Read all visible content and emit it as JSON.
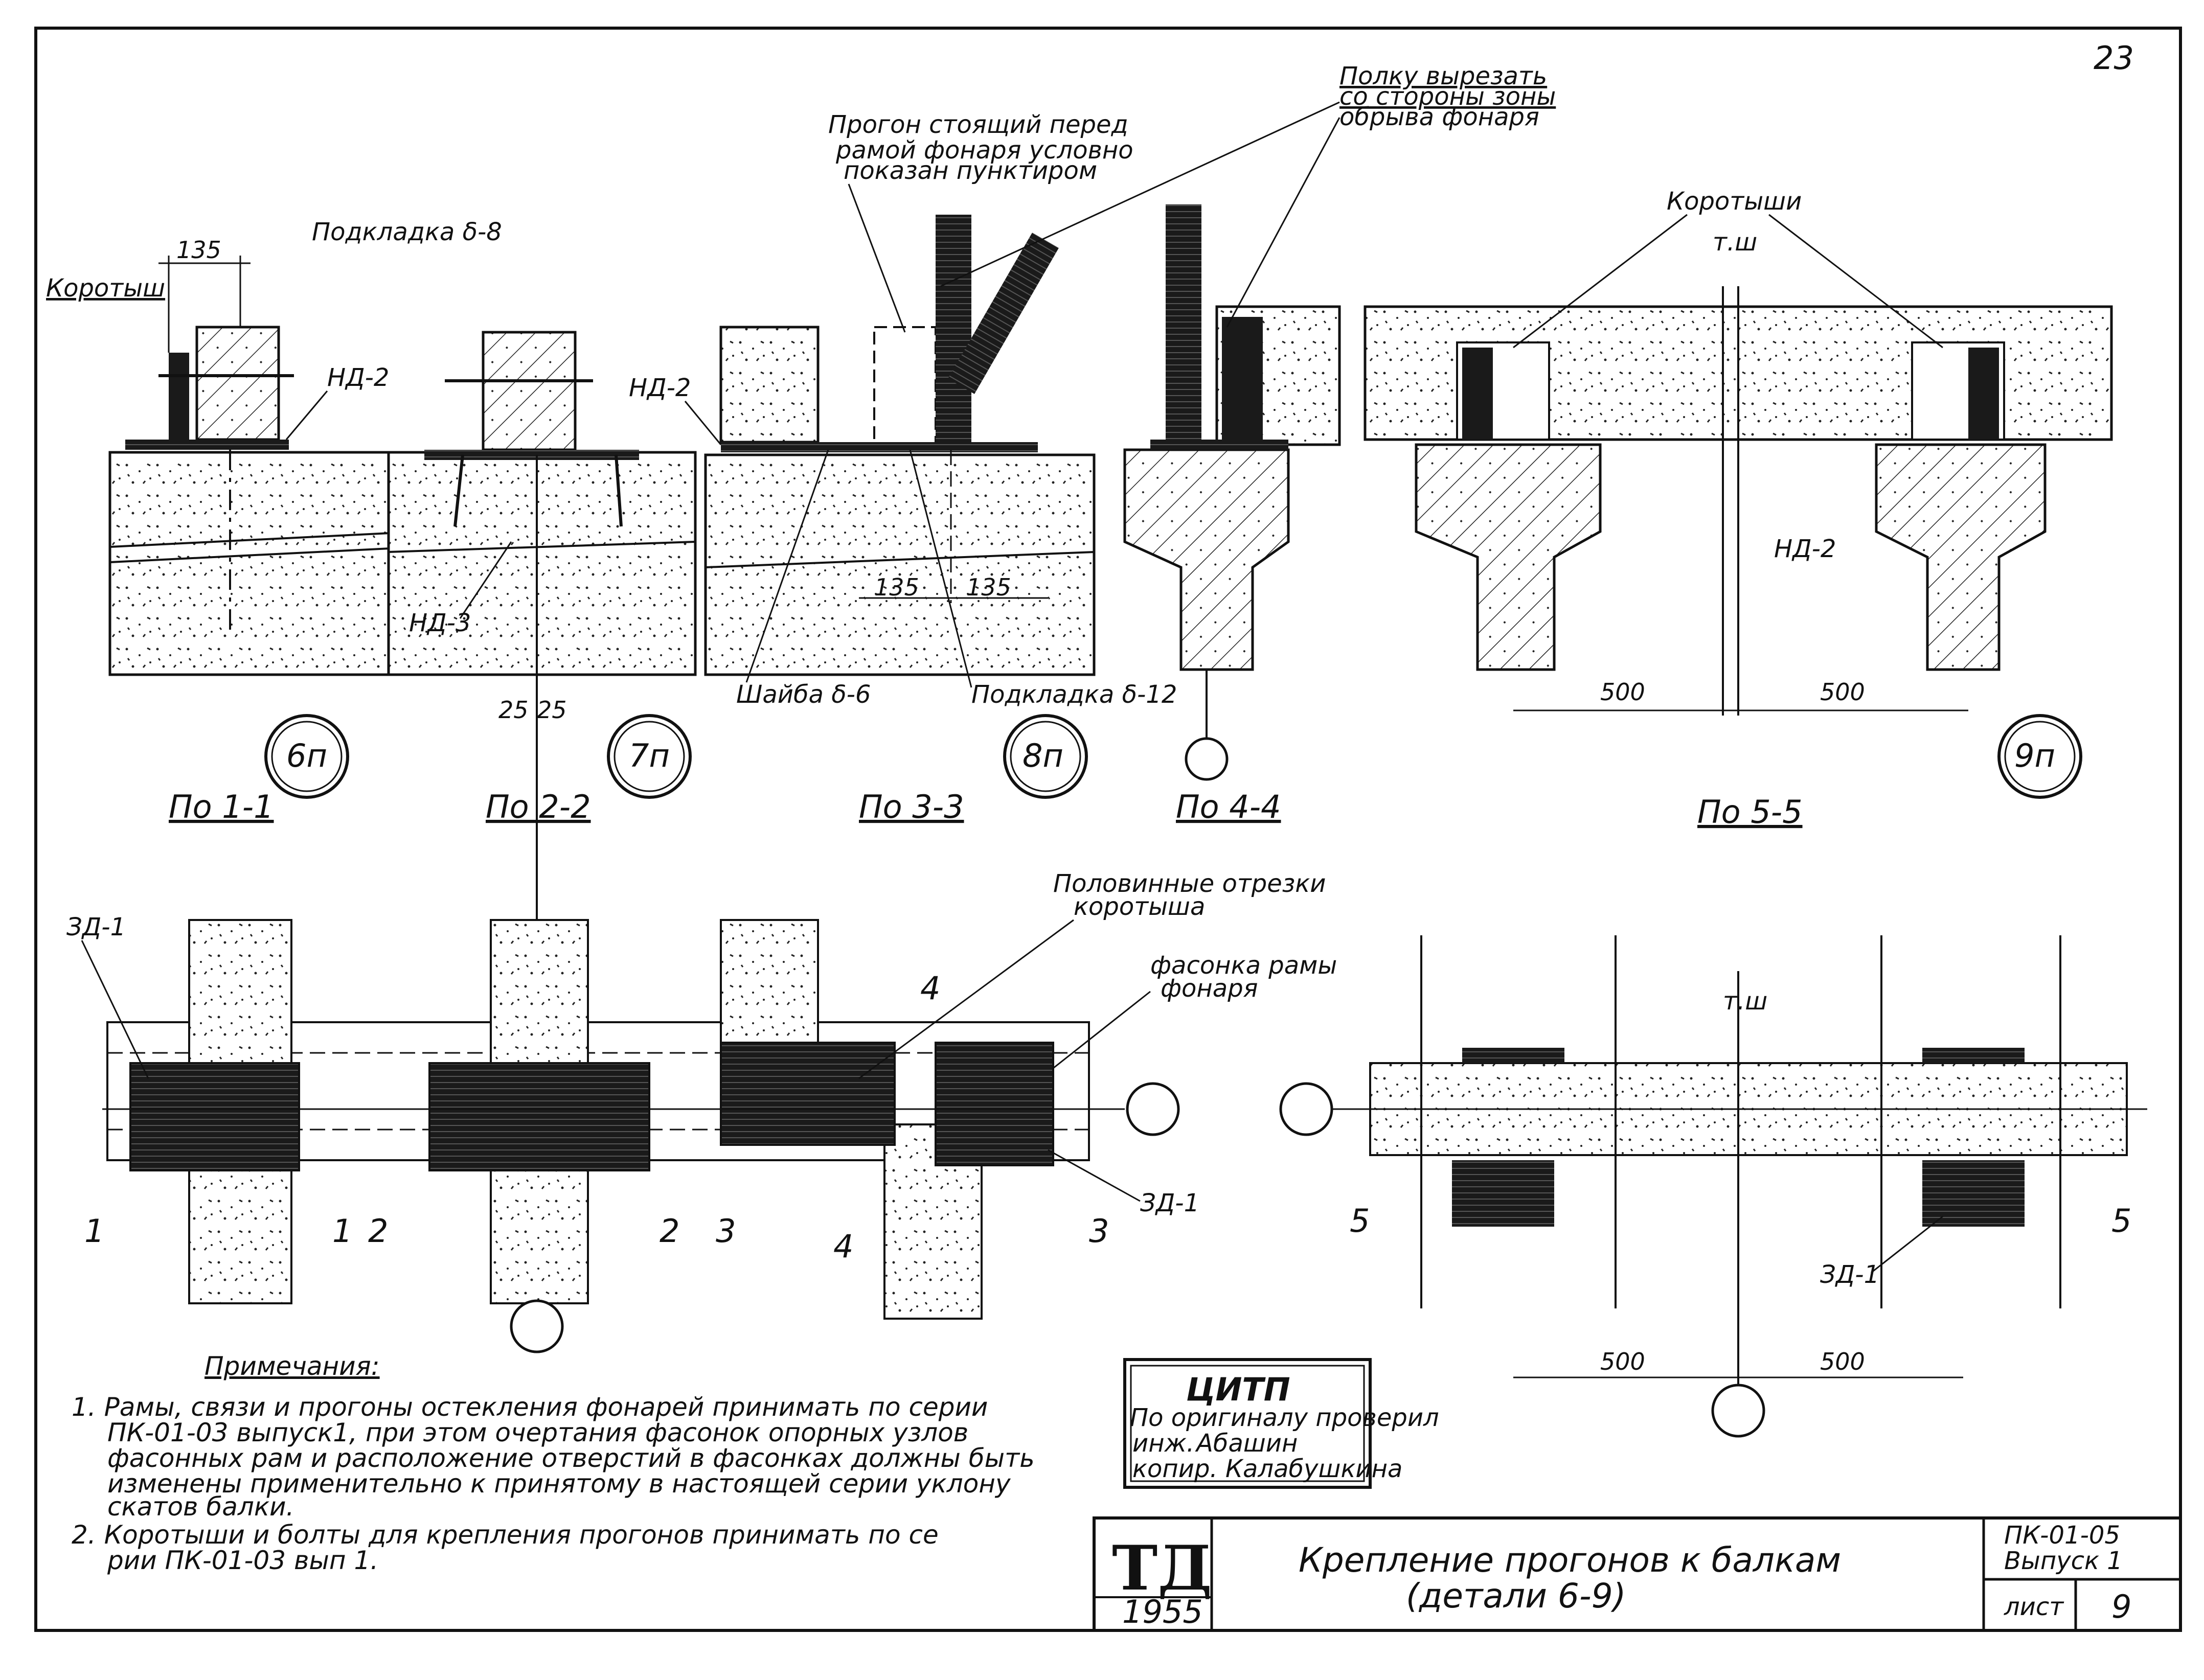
{
  "sheet": {
    "page_number": "23"
  },
  "top_annotations": {
    "cut_flange_line1": "Полку вырезать",
    "cut_flange_line2": "со стороны зоны",
    "cut_flange_line3": "обрыва фонаря",
    "purlin_line1": "Прогон стоящий перед",
    "purlin_line2": "рамой фонаря условно",
    "purlin_line3": "показан пунктиром",
    "korotyshi": "Коротыши",
    "korotysh": "Коротыш",
    "podkladka_8": "Подкладка δ-8",
    "podkladka_12": "Подкладка δ-12",
    "shaiba_6": "Шайба δ-6",
    "nd2": "НД-2",
    "nd3": "НД-3",
    "tsh": "т.ш"
  },
  "dimensions": {
    "d135": "135",
    "d25a": "25",
    "d25b": "25",
    "d500": "500"
  },
  "details": {
    "d6": "6п",
    "d7": "7п",
    "d8": "8п",
    "d9": "9п"
  },
  "sections": {
    "s1": "По 1-1",
    "s2": "По 2-2",
    "s3": "По 3-3",
    "s4": "По 4-4",
    "s5": "По 5-5"
  },
  "plan_annotations": {
    "half_cut_line1": "Половинные отрезки",
    "half_cut_line2": "коротыша",
    "gusset_line1": "фасонка рамы",
    "gusset_line2": "фонаря",
    "zd1": "ЗД-1",
    "m1": "1",
    "m2": "2",
    "m3": "3",
    "m4": "4",
    "m5": "5"
  },
  "notes": {
    "heading": "Примечания:",
    "n1_l1": "1. Рамы, связи и прогоны остекления фонарей принимать по серии",
    "n1_l2": "ПК-01-03 выпуск1, при этом очертания фасонок опорных узлов",
    "n1_l3": "фасонных рам и расположение отверстий в фасонках должны быть",
    "n1_l4": "изменены применительно к принятому в настоящей серии уклону",
    "n1_l5": "скатов балки.",
    "n2_l1": "2. Коротыши и болты для крепления прогонов принимать по се",
    "n2_l2": "рии ПК-01-03 вып 1."
  },
  "stamp": {
    "org": "ЦИТП",
    "line1": "По оригиналу проверил",
    "line2_label": "инж.",
    "line2_sign": "Абашин",
    "line3": "копир. Калабушкина"
  },
  "title_block": {
    "logo": "ТД",
    "year": "1955",
    "title_line1": "Крепление прогонов к балкам",
    "title_line2": "(детали 6-9)",
    "series_line1": "ПК-01-05",
    "series_line2": "Выпуск 1",
    "sheet_label": "лист",
    "sheet_number": "9"
  }
}
